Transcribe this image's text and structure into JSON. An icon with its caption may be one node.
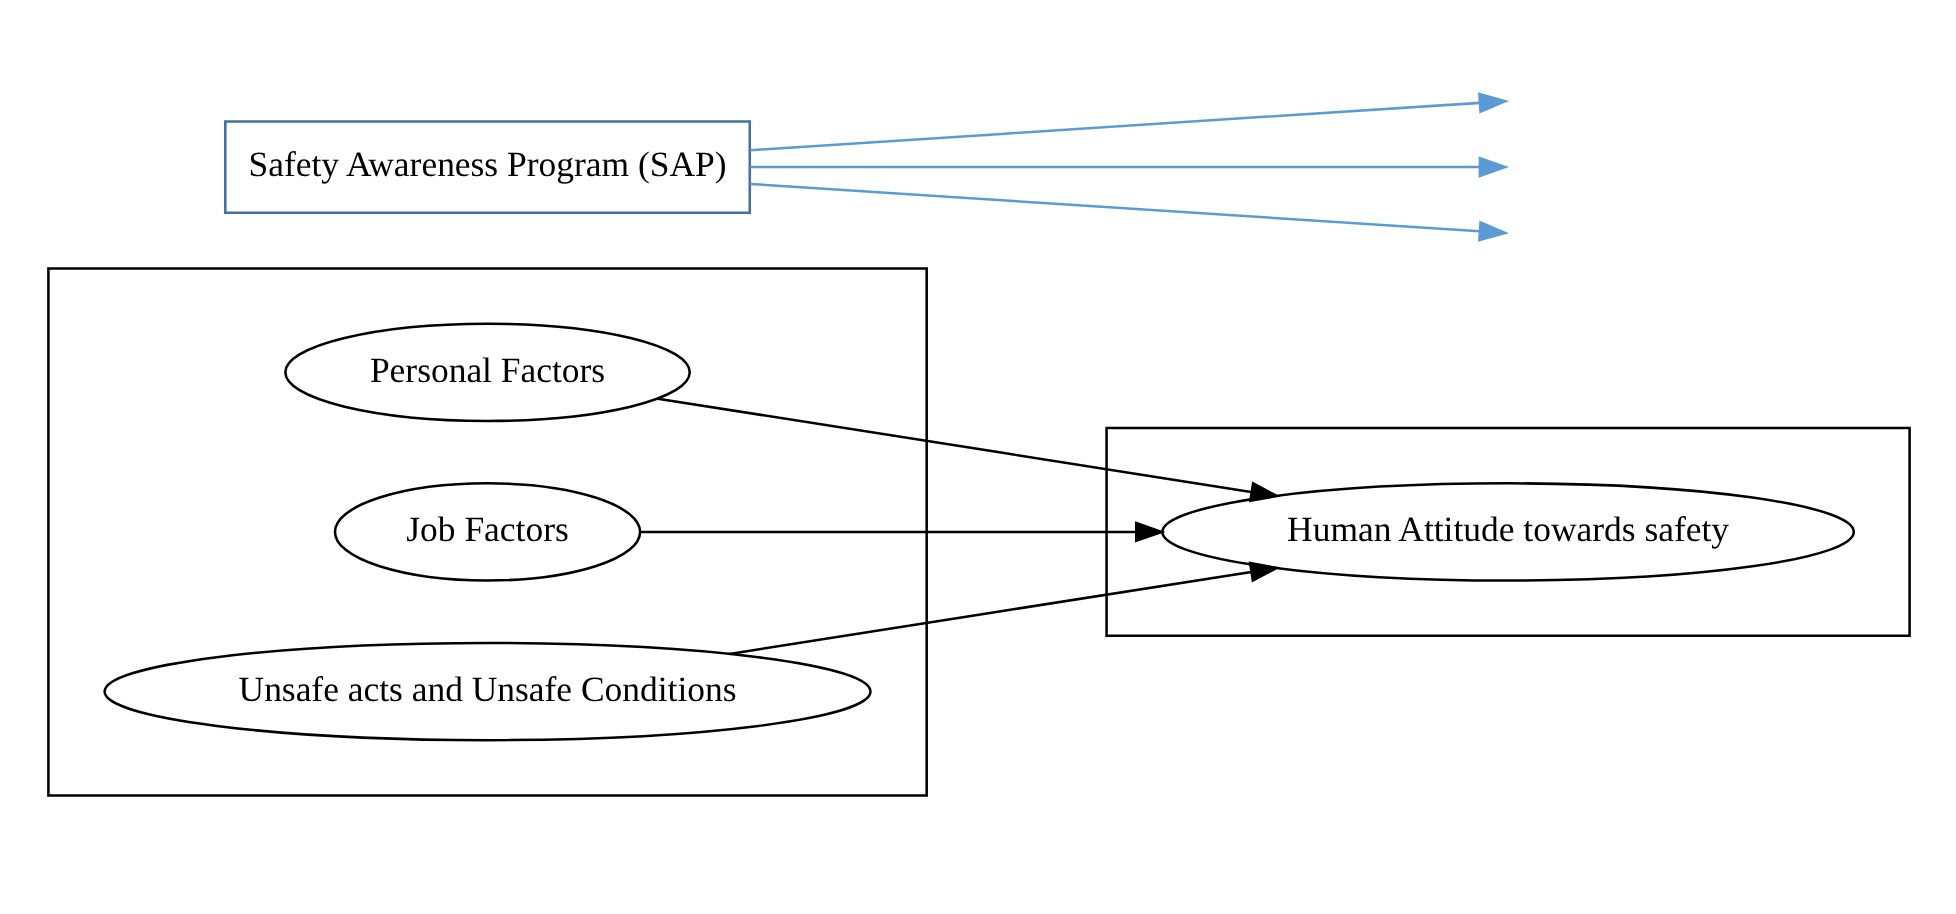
{
  "diagram": {
    "nodes": [
      {
        "text": [],
        "shape": "box"
      },
      {
        "text": [
          "Personal Factors"
        ],
        "in": 0
      },
      {
        "text": [
          "Job Factors"
        ],
        "in": 0
      },
      {
        "text": [
          "Unsafe acts and Unsafe Conditions"
        ],
        "in": 0
      },
      {
        "text": [
          "Safety Awareness Program (SAP)"
        ]
      },
      {
        "text": [],
        "shape": "box"
      },
      {
        "text": [
          "Human Attitude towards safety"
        ],
        "in": 5
      }
    ],
    "edges": [
      {
        "from": 1,
        "to": 6,
        "arrow": "to"
      },
      {
        "from": 2,
        "to": 6,
        "arrow": "to"
      },
      {
        "from": 3,
        "to": 6,
        "arrow": "to"
      },
      {
        "from": 4,
        "to": null,
        "arrow": "to",
        "color": "#5b9bd5"
      },
      {
        "from": 4,
        "to": null,
        "arrow": "to",
        "color": "#5b9bd5"
      },
      {
        "from": 4,
        "to": null,
        "arrow": "to",
        "color": "#5b9bd5"
      }
    ]
  }
}
